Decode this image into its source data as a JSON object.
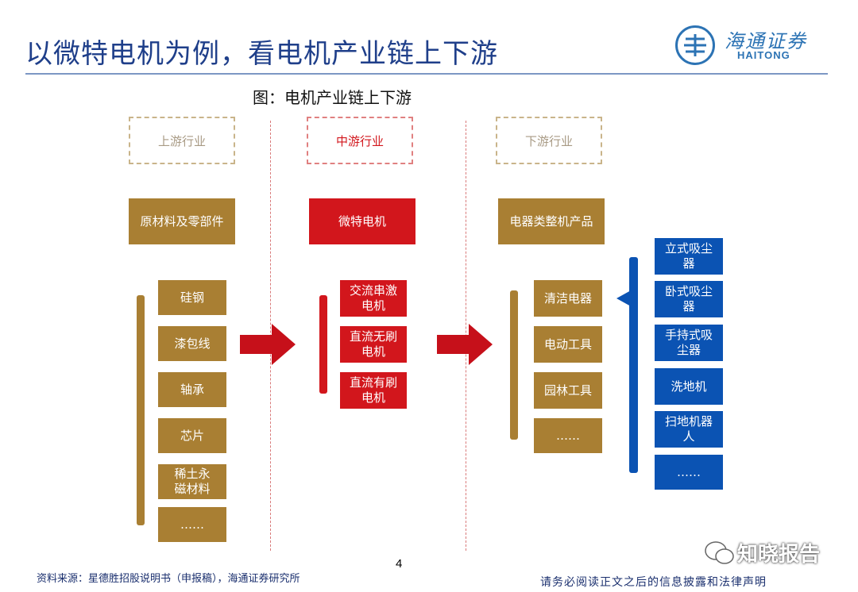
{
  "header": {
    "title": "以微特电机为例，看电机产业链上下游",
    "logo_cn": "海通证券",
    "logo_en": "HAITONG",
    "figure_caption": "图：电机产业链上下游"
  },
  "columns": {
    "upstream": {
      "header": "上游行业",
      "main": "原材料及零部件",
      "items": [
        "硅钢",
        "漆包线",
        "轴承",
        "芯片",
        "稀土永磁材料",
        "……"
      ]
    },
    "midstream": {
      "header": "中游行业",
      "main": "微特电机",
      "items": [
        "交流串激电机",
        "直流无刷电机",
        "直流有刷电机"
      ]
    },
    "downstream": {
      "header": "下游行业",
      "main": "电器类整机产品",
      "items": [
        "清洁电器",
        "电动工具",
        "园林工具",
        "……"
      ],
      "sub_items": [
        "立式吸尘器",
        "卧式吸尘器",
        "手持式吸尘器",
        "洗地机",
        "扫地机器人",
        "……"
      ]
    }
  },
  "colors": {
    "gold": "#a97f33",
    "red": "#d2161c",
    "blue": "#0b53b3",
    "title": "#1f3f8a"
  },
  "footer": {
    "source": "资料来源：星德胜招股说明书（申报稿），海通证券研究所",
    "page_number": "4",
    "disclaimer": "请务必阅读正文之后的信息披露和法律声明",
    "watermark": "知晓报告"
  }
}
